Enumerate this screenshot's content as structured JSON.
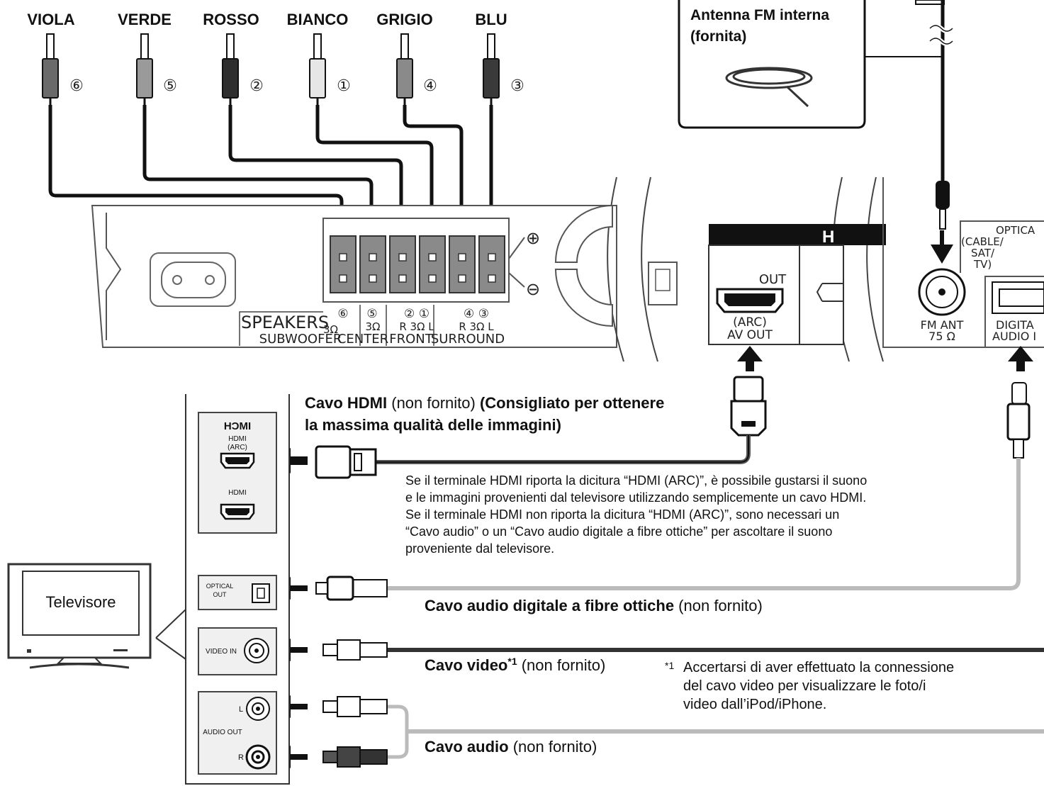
{
  "speaker_cables": [
    {
      "color_label": "VIOLA",
      "number": "⑥",
      "fill": "#6a6a6a"
    },
    {
      "color_label": "VERDE",
      "number": "⑤",
      "fill": "#9a9a9a"
    },
    {
      "color_label": "ROSSO",
      "number": "②",
      "fill": "#2e2e2e"
    },
    {
      "color_label": "BIANCO",
      "number": "①",
      "fill": "#e6e6e6"
    },
    {
      "color_label": "GRIGIO",
      "number": "④",
      "fill": "#8a8a8a"
    },
    {
      "color_label": "BLU",
      "number": "③",
      "fill": "#3a3a3a"
    }
  ],
  "antenna": {
    "title_line1": "Antenna FM interna",
    "title_line2": "(fornita)"
  },
  "speakers_panel": {
    "title": "SPEAKERS",
    "ohm": "3Ω",
    "plus": "⊕",
    "minus": "⊖",
    "groups": [
      {
        "num": "⑥",
        "sub": "3Ω",
        "name": "SUBWOOFER"
      },
      {
        "num": "⑤",
        "sub": "3Ω",
        "name": "CENTER"
      },
      {
        "num": "② ①",
        "sub": "R 3Ω L",
        "name": "FRONT"
      },
      {
        "num": "④ ③",
        "sub": "R 3Ω L",
        "name": "SURROUND"
      }
    ]
  },
  "unit_ports": {
    "out_label": "OUT",
    "arc_label": "(ARC)",
    "av_out_label": "AV OUT",
    "hdmi_partial": "H",
    "fm_ant_label": "FM ANT",
    "fm_ant_ohm": "75 Ω",
    "optical_label": "OPTICA",
    "cable_sat_tv_1": "(CABLE/",
    "cable_sat_tv_2": "SAT/",
    "cable_sat_tv_3": "TV)",
    "digital_audio_1": "DIGITA",
    "digital_audio_2": "AUDIO I"
  },
  "tv": {
    "label": "Televisore",
    "hdmi_logo": "HƆMI",
    "hdmi_arc_1": "HDMI",
    "hdmi_arc_2": "(ARC)",
    "hdmi_plain": "HDMI",
    "optical_out_1": "OPTICAL",
    "optical_out_2": "OUT",
    "video_in": "VIDEO IN",
    "audio_out": "AUDIO OUT",
    "audio_l": "L",
    "audio_r": "R"
  },
  "captions": {
    "hdmi_cable_bold": "Cavo HDMI",
    "hdmi_cable_normal": " (non fornito) ",
    "hdmi_cable_bold2": "(Consigliato per ottenere",
    "hdmi_cable_line2": "la massima qualità delle immagini)",
    "hdmi_note_1": "Se il terminale HDMI riporta la dicitura “HDMI (ARC)”, è possibile gustarsi il suono",
    "hdmi_note_2": "e le immagini provenienti dal televisore utilizzando semplicemente un cavo HDMI.",
    "hdmi_note_3": "Se il terminale HDMI non riporta la dicitura “HDMI (ARC)”, sono necessari un",
    "hdmi_note_4": "“Cavo audio” o un “Cavo audio digitale a fibre ottiche” per ascoltare il suono",
    "hdmi_note_5": "proveniente dal televisore.",
    "optical_bold": "Cavo audio digitale a fibre ottiche",
    "optical_normal": " (non fornito)",
    "video_bold": "Cavo video",
    "video_sup": "*1",
    "video_normal": " (non fornito)",
    "video_note_mark": "*1",
    "video_note_1": "Accertarsi di aver effettuato la connessione",
    "video_note_2": "del cavo video per visualizzare le foto/i",
    "video_note_3": "video dall’iPod/iPhone.",
    "audio_bold": "Cavo audio",
    "audio_normal": " (non fornito)"
  }
}
